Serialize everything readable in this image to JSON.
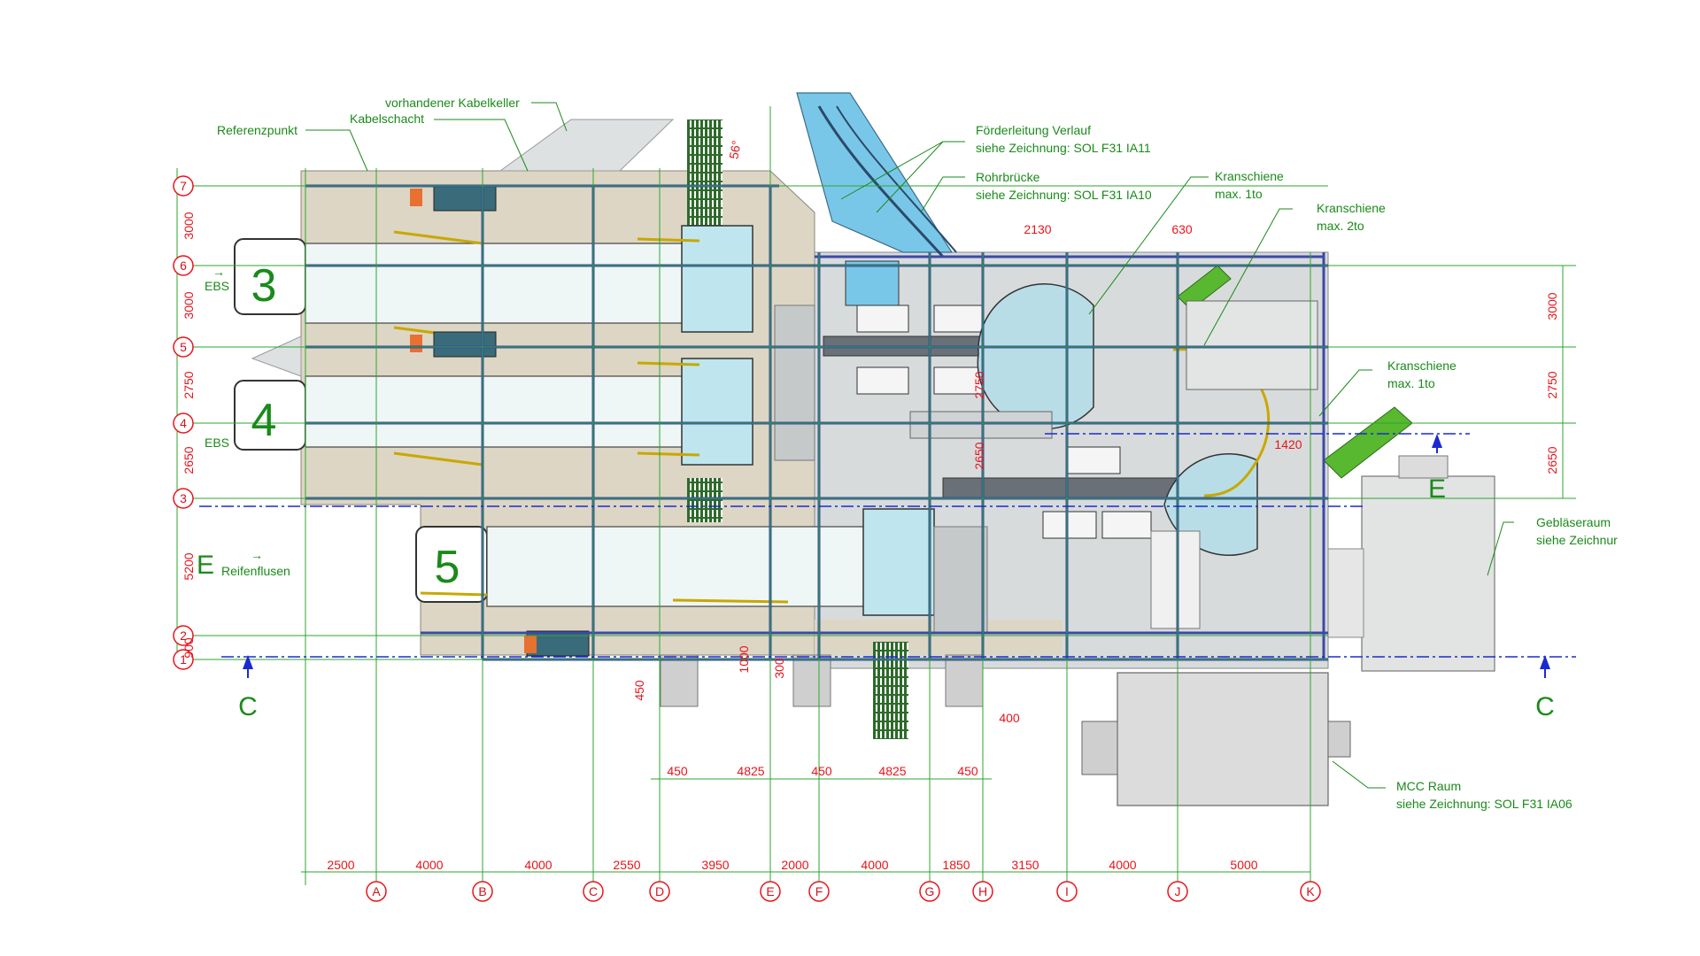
{
  "annotations": {
    "referenzpunkt": "Referenzpunkt",
    "kabelkeller": "vorhandener Kabelkeller",
    "kabelschacht": "Kabelschacht",
    "foerder1": "Förderleitung Verlauf",
    "foerder2": "siehe Zeichnung: SOL F31 IA11",
    "rohr1": "Rohrbrücke",
    "rohr2": "siehe Zeichnung: SOL F31 IA10",
    "kran1a": "Kranschiene",
    "kran1b": "max. 1to",
    "kran2a": "Kranschiene",
    "kran2b": "max. 2to",
    "kran3a": "Kranschiene",
    "kran3b": "max. 1to",
    "geblaese1": "Gebläseraum",
    "geblaese2": "siehe Zeichnur",
    "mcc1": "MCC Raum",
    "mcc2": "siehe Zeichnung: SOL F31 IA06",
    "angle": "56°",
    "ebs_top": "EBS",
    "ebs_bottom": "EBS",
    "reifen": "Reifenflusen",
    "arrow": "→"
  },
  "machines": {
    "m3": "3",
    "m4": "4",
    "m5": "5"
  },
  "sections": {
    "c_left": "C",
    "c_right": "C",
    "e_left": "E",
    "e_right": "E"
  },
  "row_axes": [
    "7",
    "6",
    "5",
    "4",
    "3",
    "2",
    "1"
  ],
  "col_axes": [
    "A",
    "B",
    "C",
    "D",
    "E",
    "F",
    "G",
    "H",
    "I",
    "J",
    "K"
  ],
  "dims_left": [
    "3000",
    "3000",
    "2750",
    "2650",
    "5200",
    "900"
  ],
  "dims_right": [
    "3000",
    "2750",
    "2650"
  ],
  "dims_bottom": [
    "2500",
    "4000",
    "4000",
    "2550",
    "3950",
    "2000",
    "4000",
    "1850",
    "3150",
    "4000",
    "5000"
  ],
  "dims_mid": [
    "450",
    "4825",
    "450",
    "4825",
    "450"
  ],
  "dims_misc": {
    "d2130": "2130",
    "d630": "630",
    "d1420": "1420",
    "d400": "400",
    "d450v": "450",
    "d1000": "1000",
    "d300": "300",
    "d2650": "2650",
    "d2750": "2750"
  },
  "colors": {
    "structure": "#3b4aa8",
    "annotation": "#1a8a1a",
    "dimension": "#e8141c",
    "floor": "#ddd6c4",
    "hall": "#d8dbdb",
    "conveyor": "#79c7e8"
  }
}
